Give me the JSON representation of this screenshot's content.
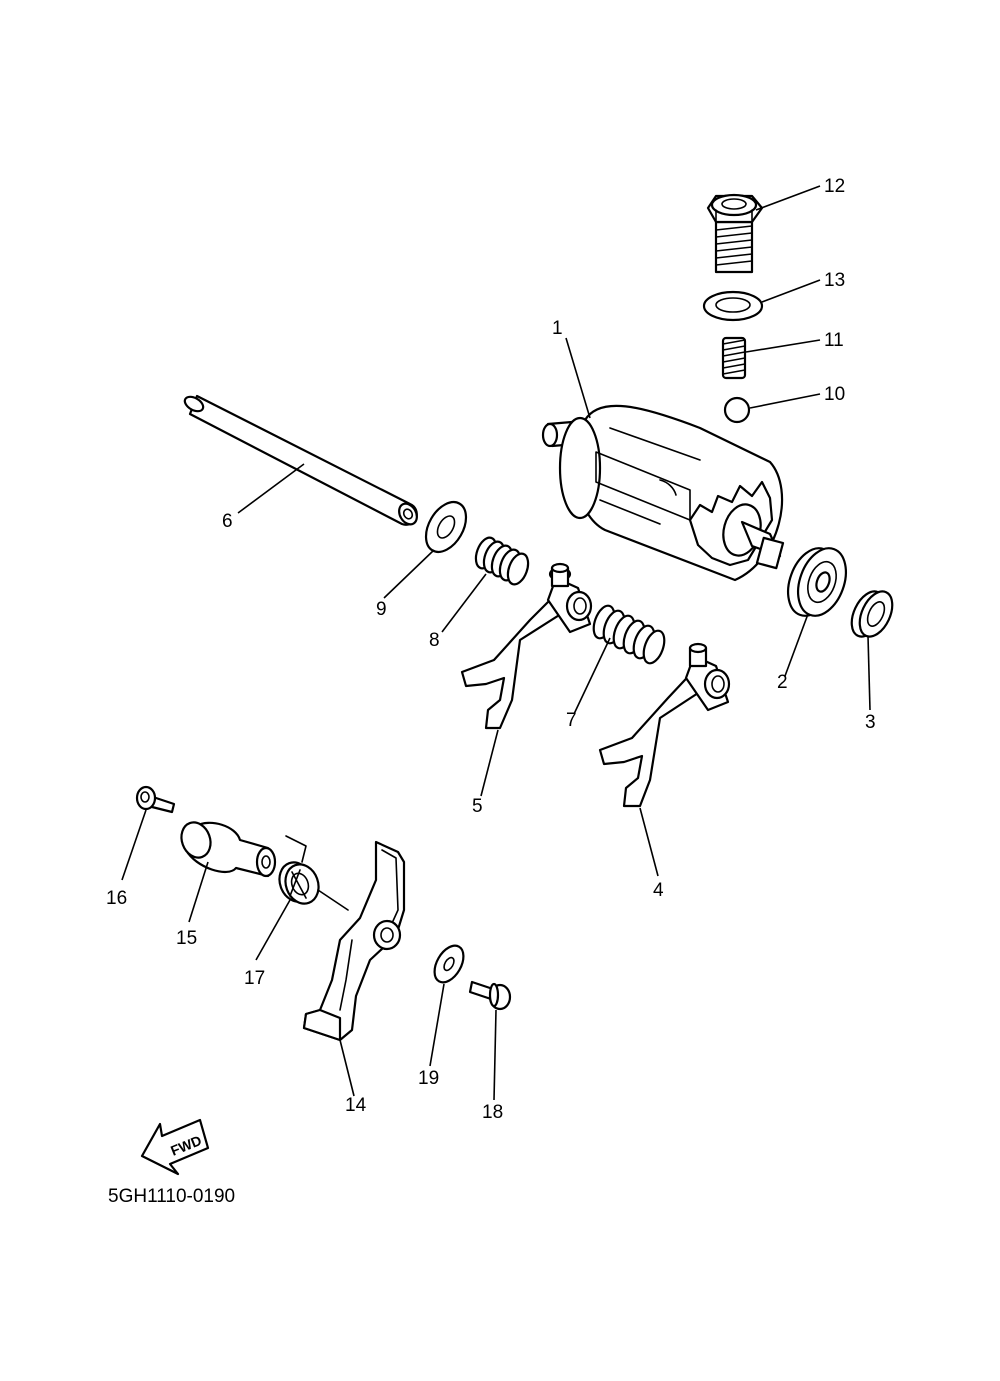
{
  "figure_code": "5GH1110-0190",
  "fwd_label": "FWD",
  "callouts": [
    {
      "id": "1",
      "text": "1"
    },
    {
      "id": "2",
      "text": "2"
    },
    {
      "id": "3",
      "text": "3"
    },
    {
      "id": "4",
      "text": "4"
    },
    {
      "id": "5",
      "text": "5"
    },
    {
      "id": "6",
      "text": "6"
    },
    {
      "id": "7",
      "text": "7"
    },
    {
      "id": "8",
      "text": "8"
    },
    {
      "id": "9",
      "text": "9"
    },
    {
      "id": "10",
      "text": "10"
    },
    {
      "id": "11",
      "text": "11"
    },
    {
      "id": "12",
      "text": "12"
    },
    {
      "id": "13",
      "text": "13"
    },
    {
      "id": "14",
      "text": "14"
    },
    {
      "id": "15",
      "text": "15"
    },
    {
      "id": "16",
      "text": "16"
    },
    {
      "id": "17",
      "text": "17"
    },
    {
      "id": "18",
      "text": "18"
    },
    {
      "id": "19",
      "text": "19"
    }
  ]
}
